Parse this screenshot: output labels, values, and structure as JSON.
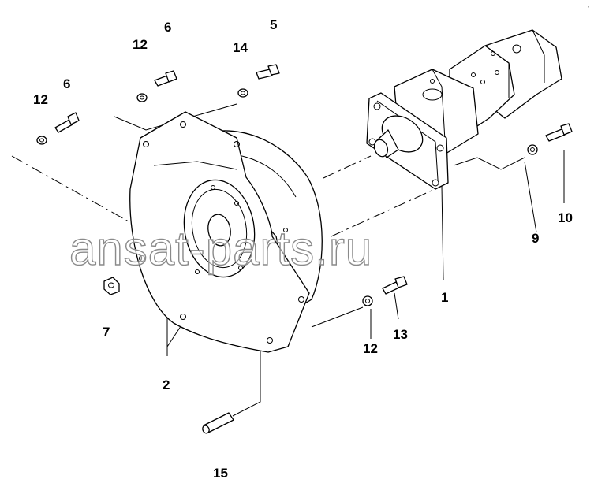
{
  "watermark": "ansat-parts.ru",
  "corner_mark": "⌐",
  "callouts": {
    "c1": "1",
    "c2": "2",
    "c5": "5",
    "c6a": "6",
    "c6b": "6",
    "c7": "7",
    "c9": "9",
    "c10": "10",
    "c12a": "12",
    "c12b": "12",
    "c12c": "12",
    "c13": "13",
    "c14": "14",
    "c15": "15"
  }
}
